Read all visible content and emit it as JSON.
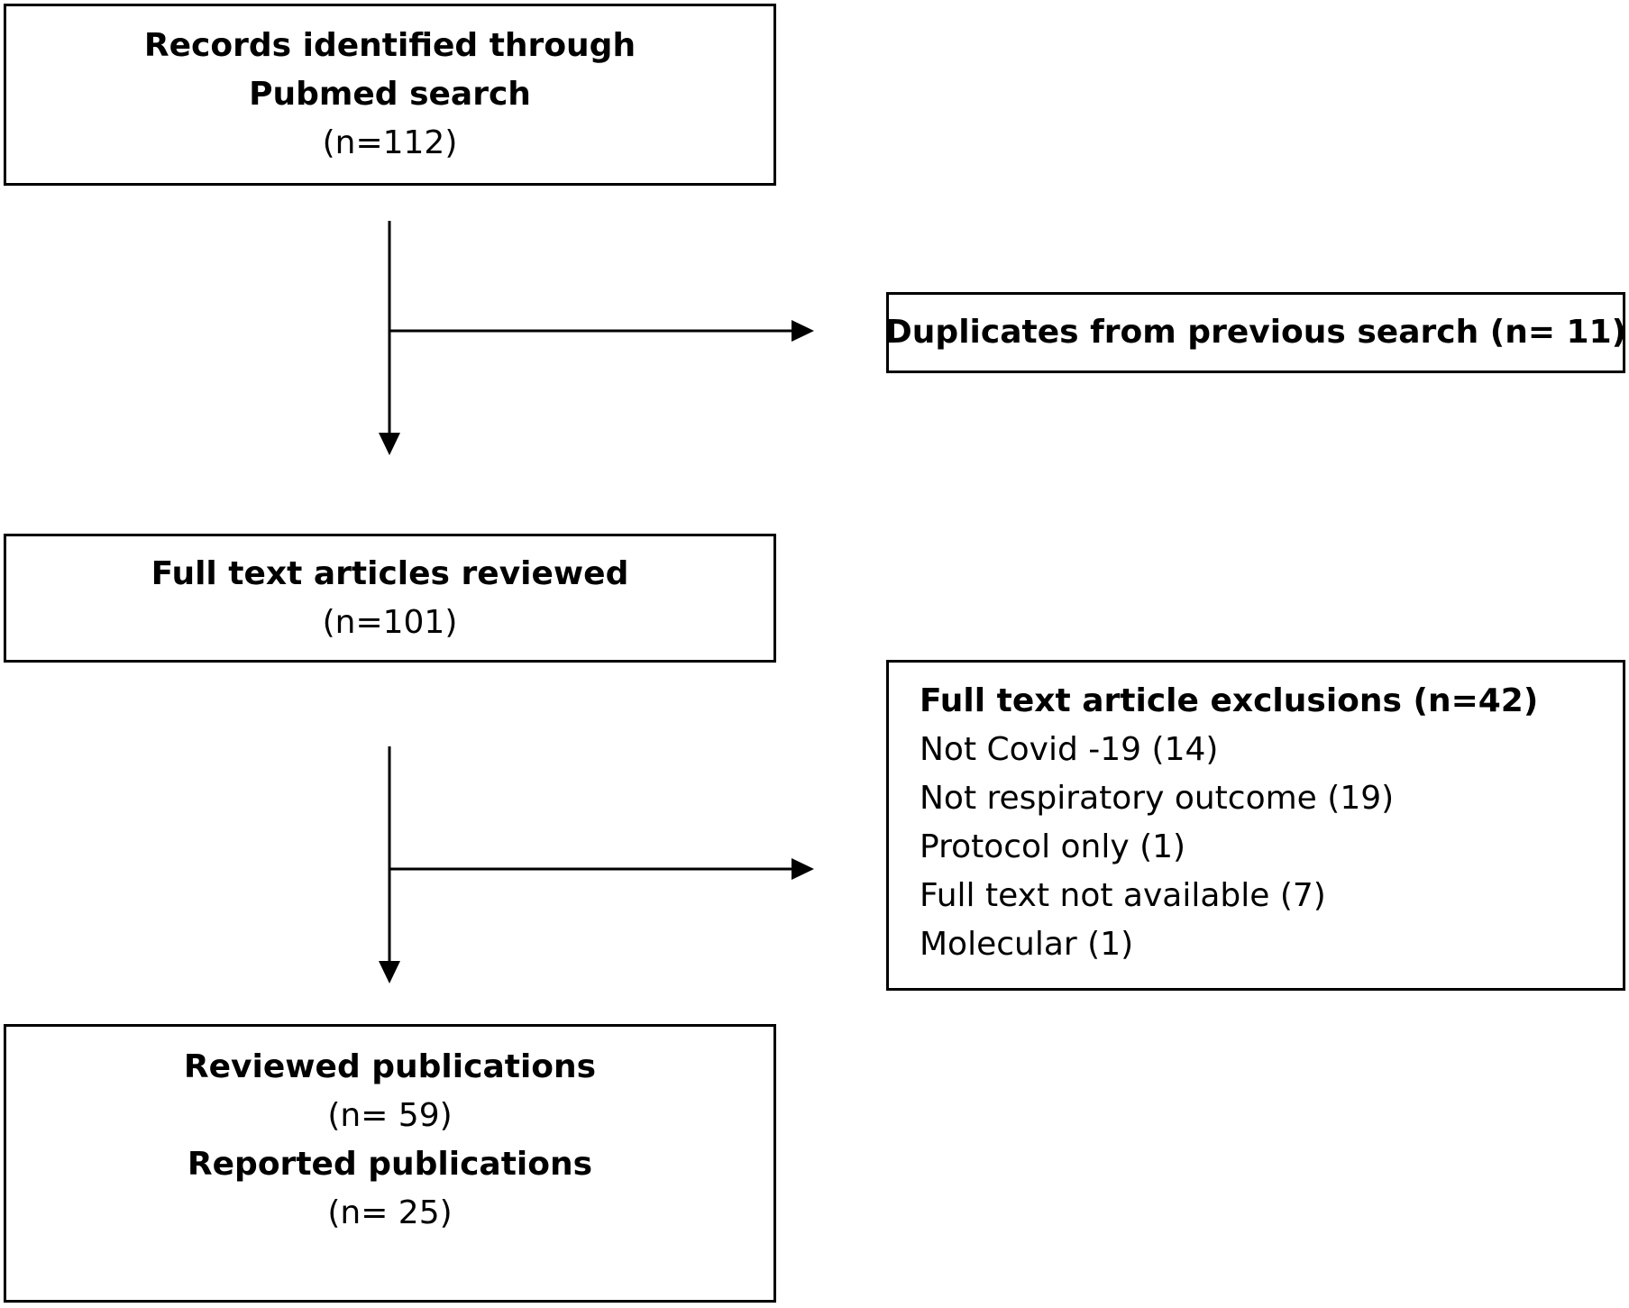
{
  "identification": {
    "title_line1": "Records identified through",
    "title_line2": "Pubmed search",
    "count": "(n=112)"
  },
  "duplicates": {
    "label": "Duplicates from previous search (n= 11)"
  },
  "full_text_review": {
    "title": "Full text articles reviewed",
    "count": "(n=101)"
  },
  "exclusions": {
    "title": "Full text article exclusions (n=42)",
    "reasons": [
      "Not Covid -19 (14)",
      "Not respiratory outcome (19)",
      "Protocol only (1)",
      "Full text not available (7)",
      "Molecular (1)"
    ]
  },
  "final": {
    "reviewed_title": "Reviewed publications",
    "reviewed_count": "(n= 59)",
    "reported_title": "Reported publications",
    "reported_count": "(n= 25)"
  }
}
